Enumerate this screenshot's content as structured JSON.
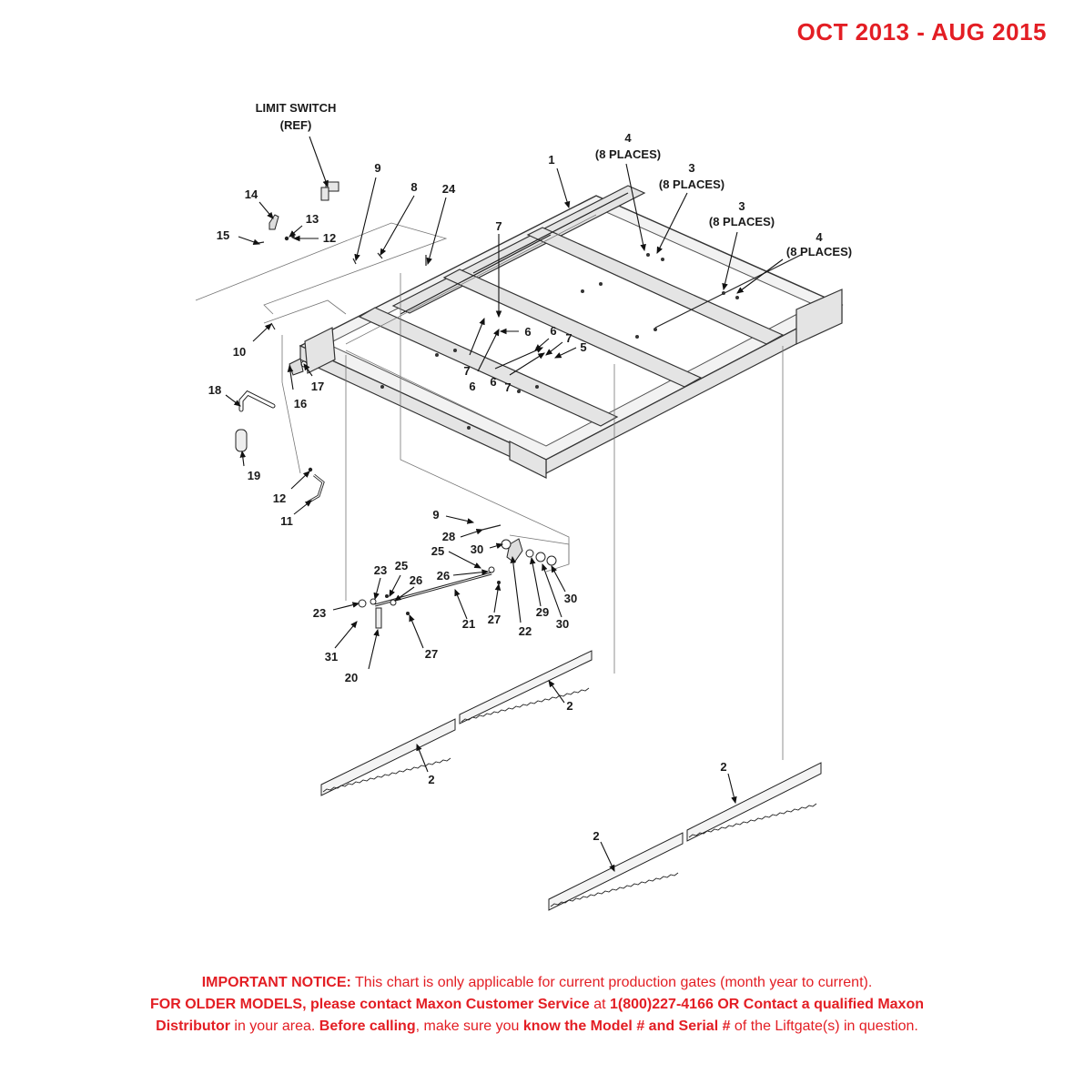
{
  "header": {
    "date_range": "OCT 2013 - AUG 2015"
  },
  "callouts": {
    "limit_switch": "LIMIT SWITCH",
    "ref": "(REF)",
    "eight_places": "(8 PLACES)",
    "n1": "1",
    "n2": "2",
    "n3": "3",
    "n4": "4",
    "n5": "5",
    "n6": "6",
    "n7": "7",
    "n8": "8",
    "n9": "9",
    "n10": "10",
    "n11": "11",
    "n12": "12",
    "n13": "13",
    "n14": "14",
    "n15": "15",
    "n16": "16",
    "n17": "17",
    "n18": "18",
    "n19": "19",
    "n20": "20",
    "n21": "21",
    "n22": "22",
    "n23": "23",
    "n24": "24",
    "n25": "25",
    "n26": "26",
    "n27": "27",
    "n28": "28",
    "n29": "29",
    "n30": "30",
    "n31": "31"
  },
  "notice": {
    "line1_bold": "IMPORTANT NOTICE:",
    "line1_text": " This chart is only applicable for current production gates (month year to current).",
    "line2_bold1": "FOR OLDER MODELS, please contact Maxon Customer Service",
    "line2_text1": " at ",
    "line2_bold2": "1(800)227-4166 OR Contact a qualified Maxon",
    "line3_bold1": "Distributor",
    "line3_text1": " in your area. ",
    "line3_bold2": "Before calling",
    "line3_text2": ", make sure you ",
    "line3_bold3": "know the Model # and Serial #",
    "line3_text3": " of the Liftgate(s) in question."
  },
  "colors": {
    "accent": "#e31e24",
    "linework": "#222222",
    "label": "#1a1a1a"
  }
}
